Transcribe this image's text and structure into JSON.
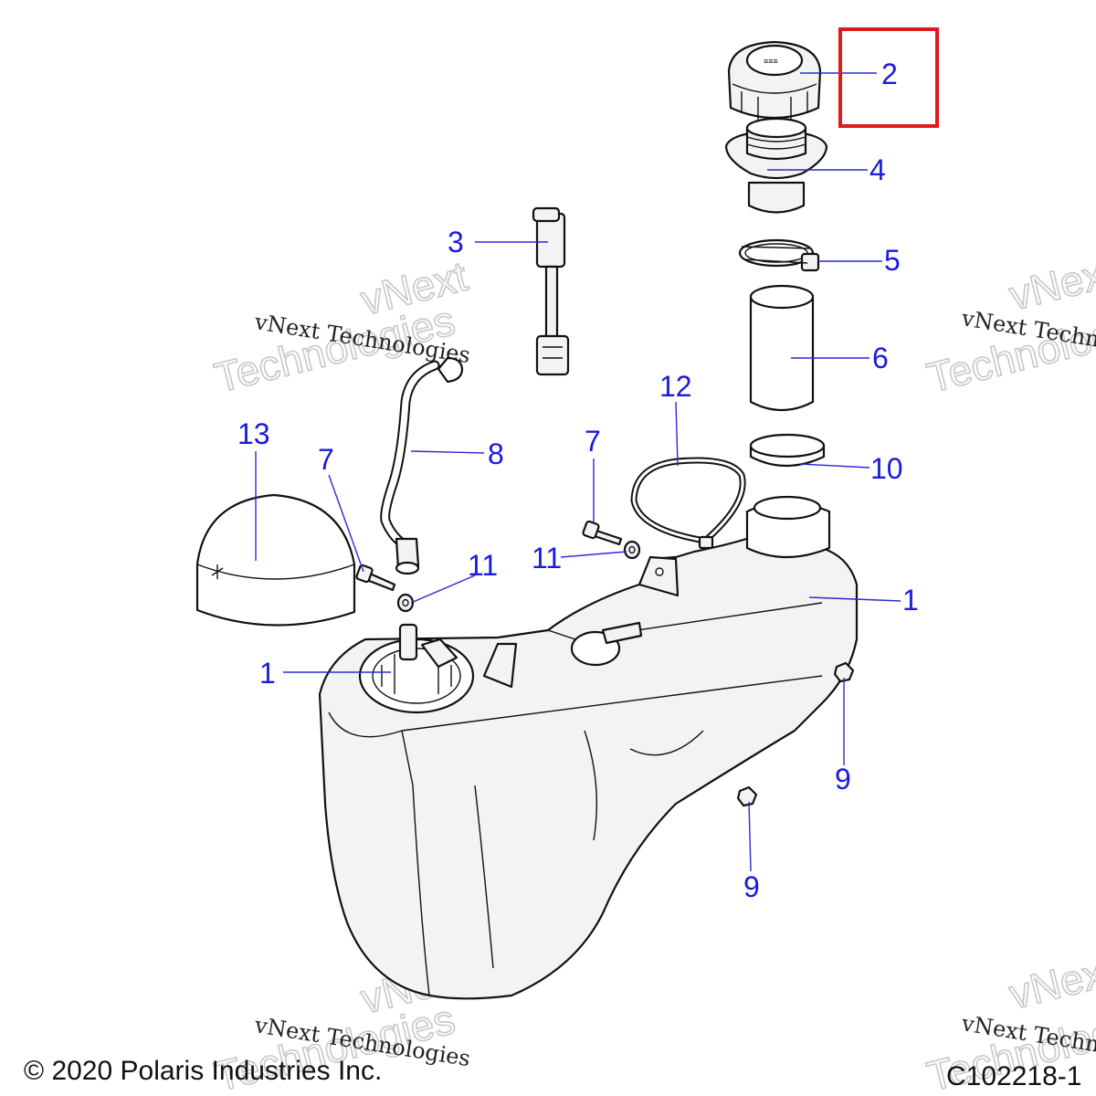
{
  "callouts": {
    "c1a": "1",
    "c1b": "1",
    "c2": "2",
    "c3": "3",
    "c4": "4",
    "c5": "5",
    "c6": "6",
    "c7a": "7",
    "c7b": "7",
    "c8": "8",
    "c9a": "9",
    "c9b": "9",
    "c10": "10",
    "c11a": "11",
    "c11b": "11",
    "c12": "12",
    "c13": "13"
  },
  "watermark": {
    "line1": "vNext Technologies",
    "line2_a": "vNext",
    "line2_b": "Technologies"
  },
  "footer": {
    "copyright": "© 2020 Polaris Industries Inc.",
    "figure_id": "C102218-1"
  },
  "colors": {
    "callout_text": "#1a1adf",
    "highlight_box": "#e0191e"
  }
}
